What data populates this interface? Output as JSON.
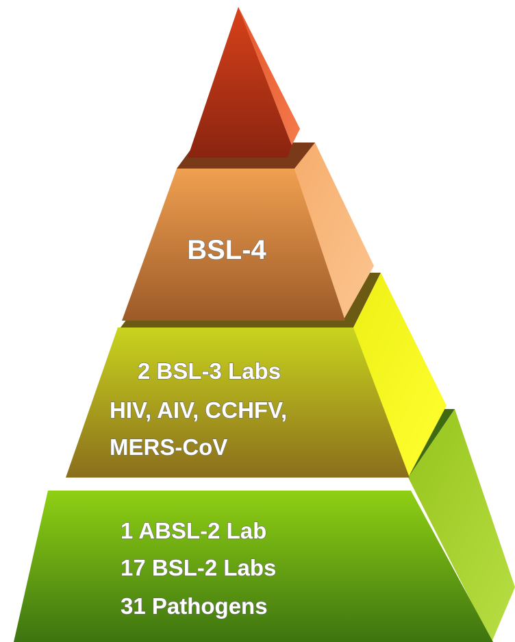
{
  "diagram": {
    "tiers": [
      {
        "id": "apex",
        "lines": []
      },
      {
        "id": "bsl4",
        "lines": [
          "BSL-4"
        ]
      },
      {
        "id": "bsl3",
        "lines": [
          "2 BSL-3 Labs",
          "HIV, AIV, CCHFV,",
          "MERS-CoV"
        ]
      },
      {
        "id": "bsl2",
        "lines": [
          "1 ABSL-2 Lab",
          "17 BSL-2  Labs",
          "31 Pathogens"
        ]
      }
    ]
  },
  "colors": {
    "apex_front": "#b83a14",
    "apex_side": "#f06a3c",
    "bsl4_front": "#d5843a",
    "bsl4_side": "#f7b77a",
    "bsl3_front": "#9ea81c",
    "bsl3_side": "#fbf31a",
    "bsl2_front": "#7fb918",
    "bsl2_side": "#a8d42e",
    "text_fill": "#ffffff",
    "text_outline": "#6a6a6a"
  }
}
